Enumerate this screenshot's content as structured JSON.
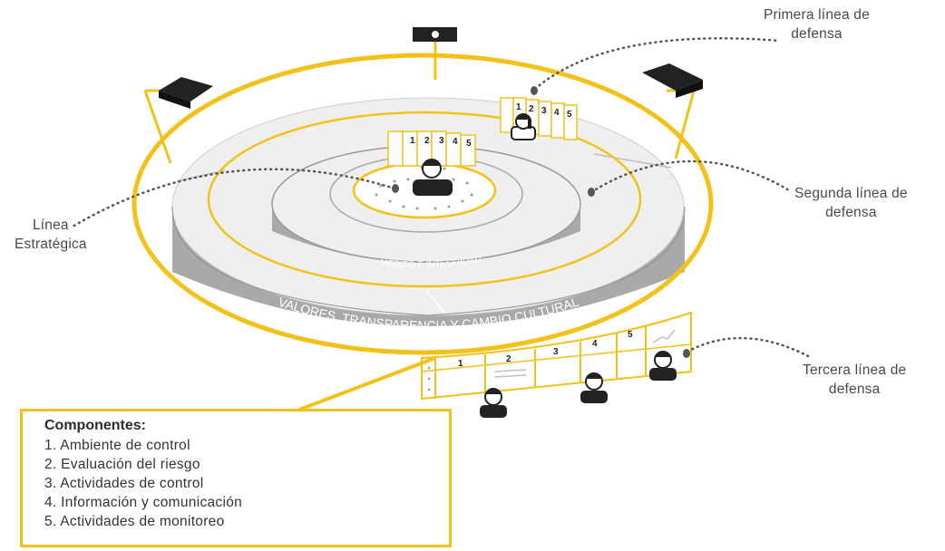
{
  "labels": {
    "primera": [
      "Primera línea de",
      "defensa"
    ],
    "segunda": [
      "Segunda línea de",
      "defensa"
    ],
    "tercera": [
      "Tercera línea de",
      "defensa"
    ],
    "estrategica": [
      "Línea",
      "Estratégica"
    ]
  },
  "rings": {
    "inner_band": "MÉRITO E INTEGRIDAD",
    "outer_band": "VALORES, TRANSPARENCIA Y CAMBIO CULTURAL"
  },
  "component_numbers": [
    "1",
    "2",
    "3",
    "4",
    "5"
  ],
  "legend": {
    "title": "Componentes:",
    "items": [
      "1. Ambiente de control",
      "2. Evaluación del riesgo",
      "3. Actividades de control",
      "4. Información y comunicación",
      "5. Actividades de monitoreo"
    ]
  },
  "colors": {
    "accent": "#f2c21b",
    "band_gray": "#a9a9a9",
    "dotted_line": "#555555"
  }
}
